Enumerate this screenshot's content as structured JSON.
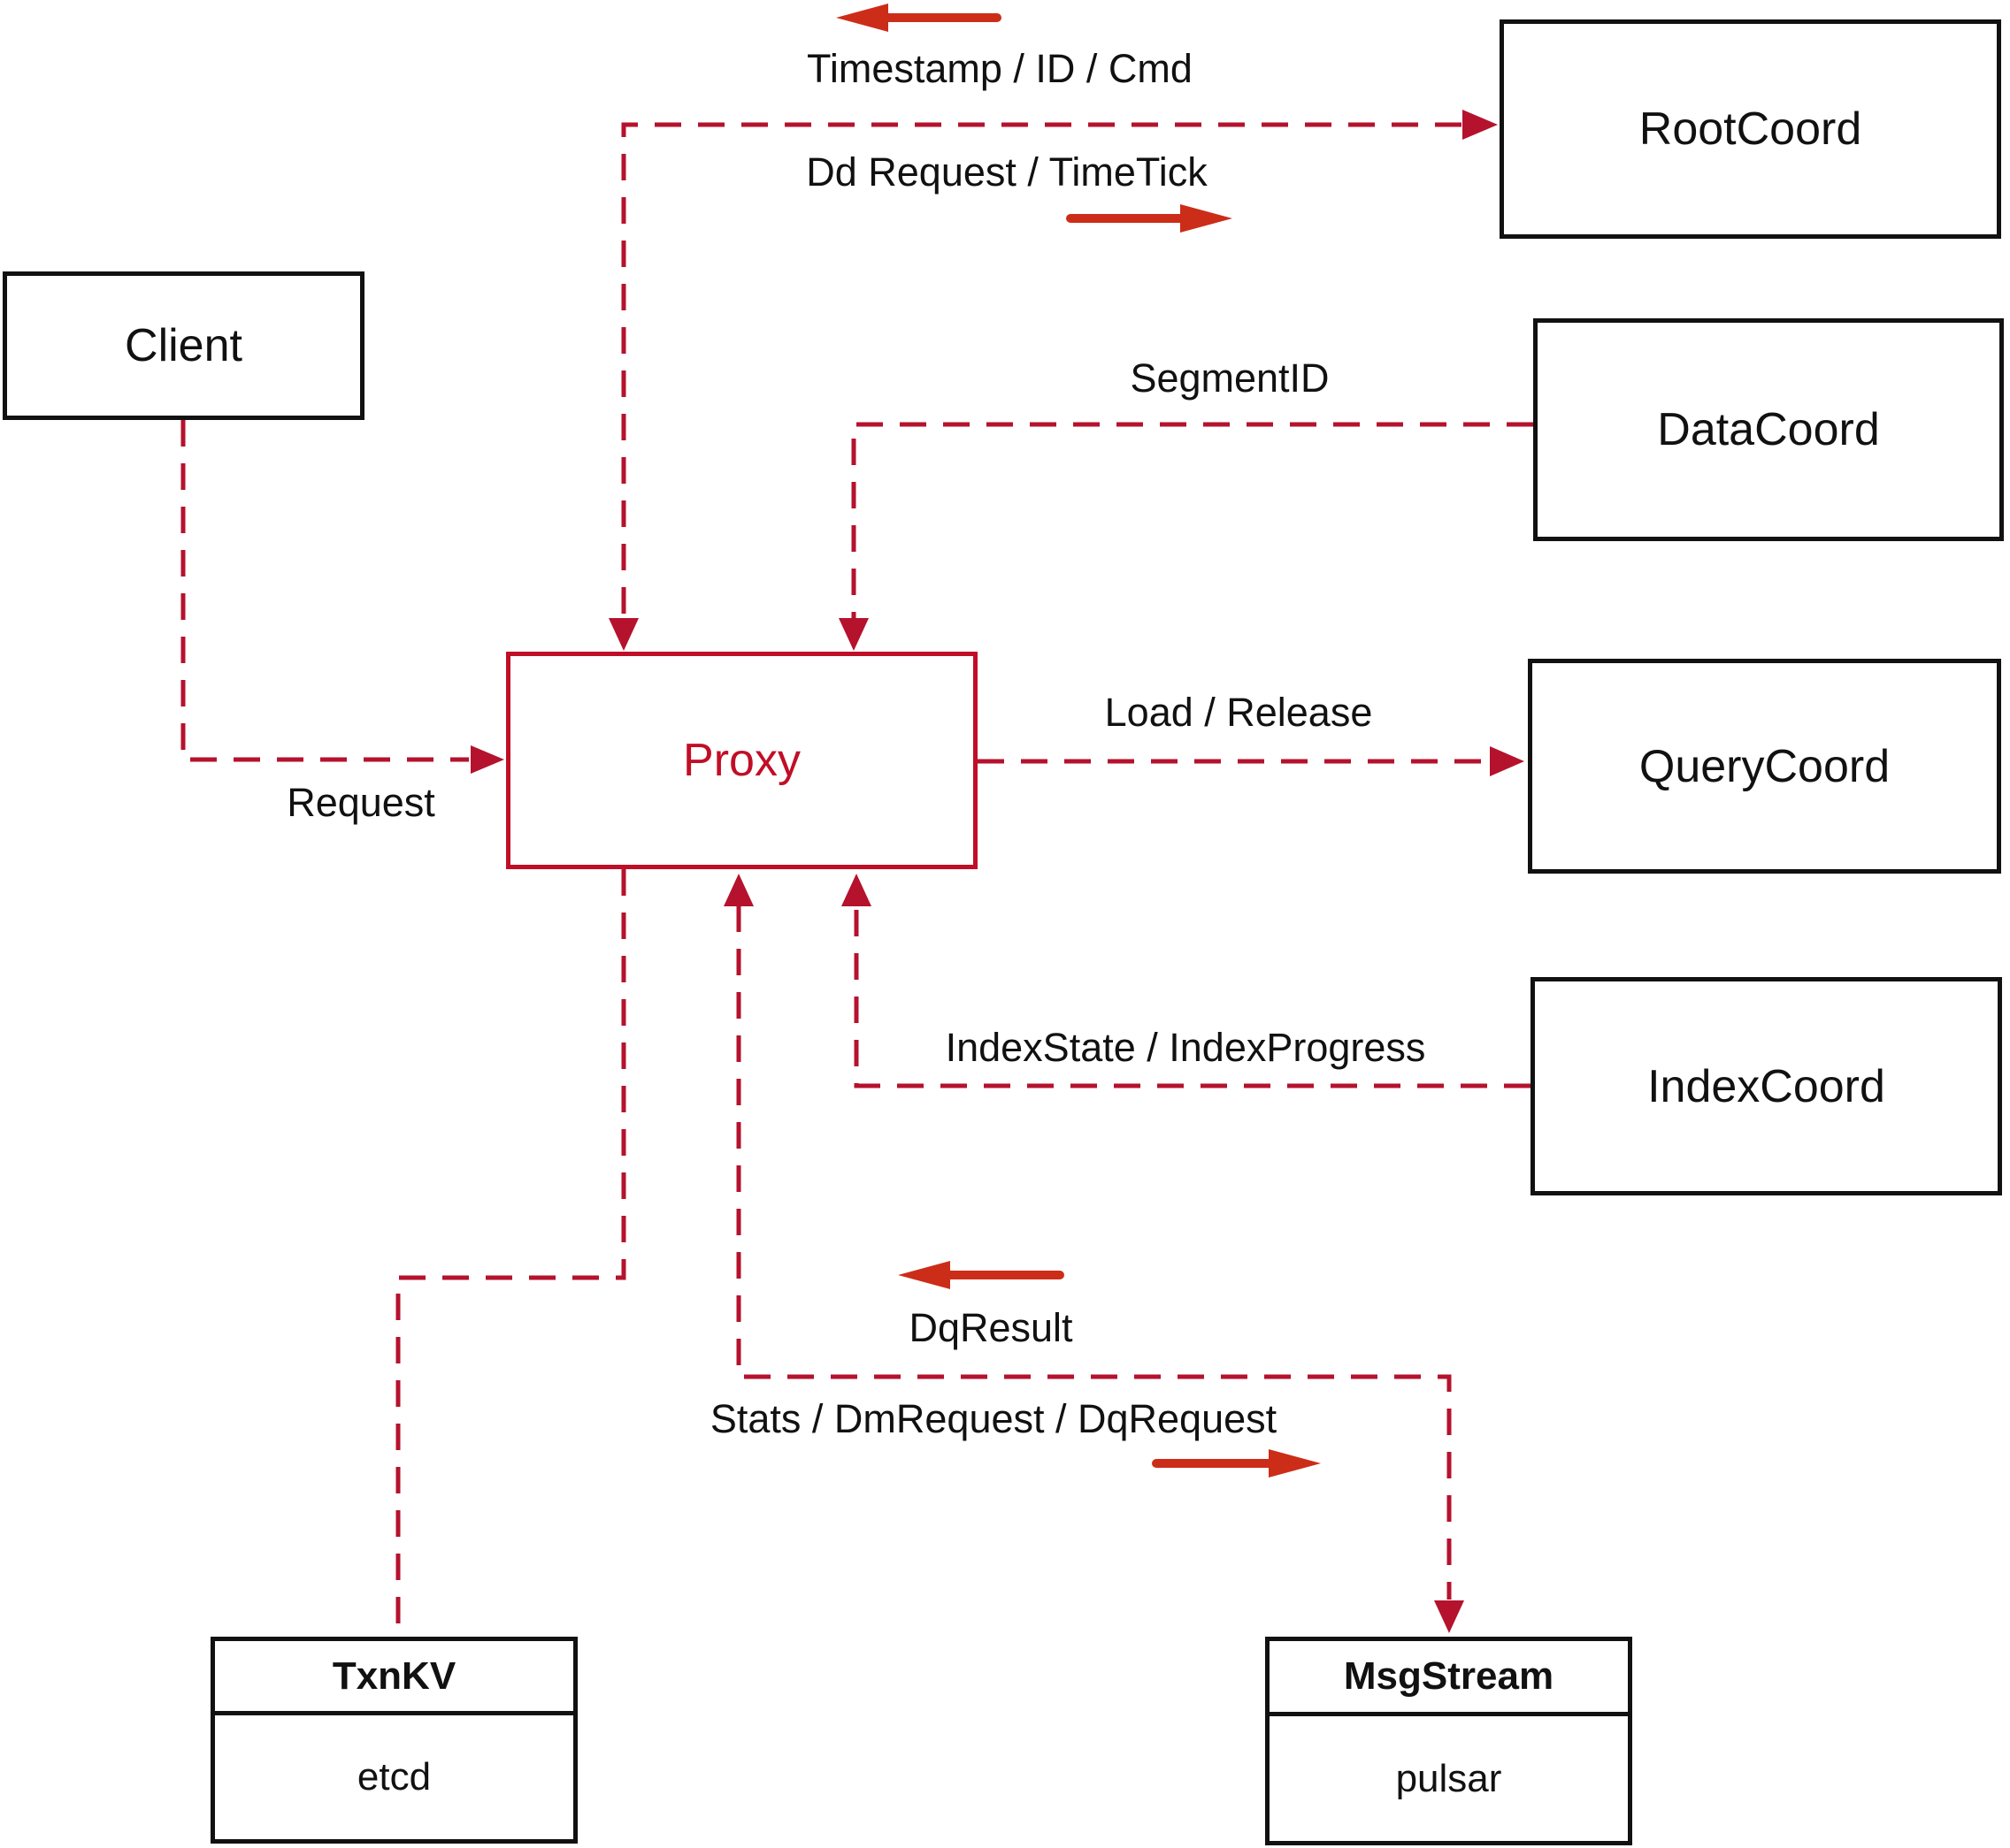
{
  "nodes": {
    "client": {
      "label": "Client"
    },
    "proxy": {
      "label": "Proxy"
    },
    "root_coord": {
      "label": "RootCoord"
    },
    "data_coord": {
      "label": "DataCoord"
    },
    "query_coord": {
      "label": "QueryCoord"
    },
    "index_coord": {
      "label": "IndexCoord"
    },
    "txn_kv": {
      "title": "TxnKV",
      "subtitle": "etcd"
    },
    "msg_stream": {
      "title": "MsgStream",
      "subtitle": "pulsar"
    }
  },
  "edge_labels": {
    "timestamp_id_cmd": "Timestamp / ID / Cmd",
    "dd_request_timetick": "Dd Request / TimeTick",
    "segment_id": "SegmentID",
    "load_release": "Load / Release",
    "request": "Request",
    "index_state_progress": "IndexState / IndexProgress",
    "dq_result": "DqResult",
    "stats_dm_dq": "Stats / DmRequest / DqRequest"
  },
  "colors": {
    "connector": "#b5122d",
    "solid_arrow": "#cc2d18",
    "proxy_accent": "#c10e27",
    "box_border": "#111111",
    "label_text": "#111111",
    "background": "#ffffff"
  }
}
